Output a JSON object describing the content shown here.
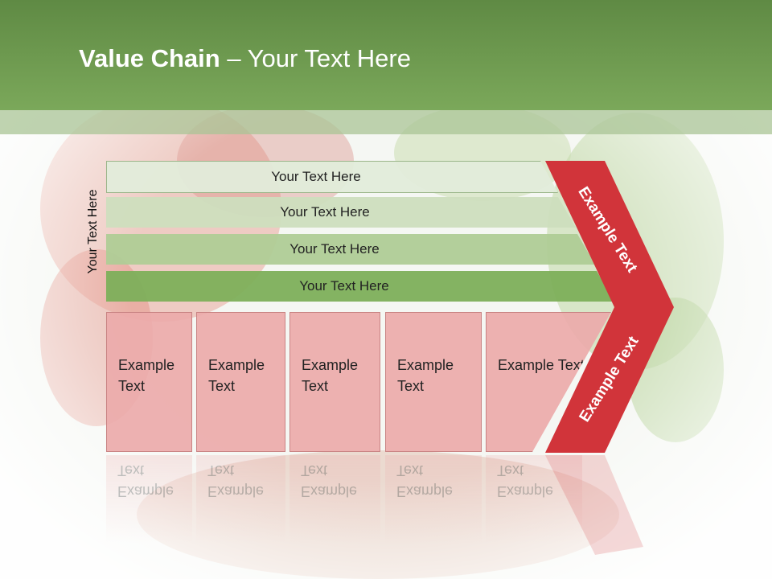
{
  "header": {
    "title_bold": "Value Chain",
    "title_rest": " – Your Text Here"
  },
  "side_label": "Your Text Here",
  "bars": [
    "Your Text Here",
    "Your Text Here",
    "Your Text Here",
    "Your Text Here"
  ],
  "boxes": [
    "Example Text",
    "Example Text",
    "Example Text",
    "Example Text",
    "Example Text"
  ],
  "chevron": {
    "upper_label": "Example Text",
    "lower_label": "Example Text"
  },
  "colors": {
    "header_green": "#6a9a4d",
    "chevron_red": "#d1343a",
    "box_pink": "#eeaaaa"
  }
}
